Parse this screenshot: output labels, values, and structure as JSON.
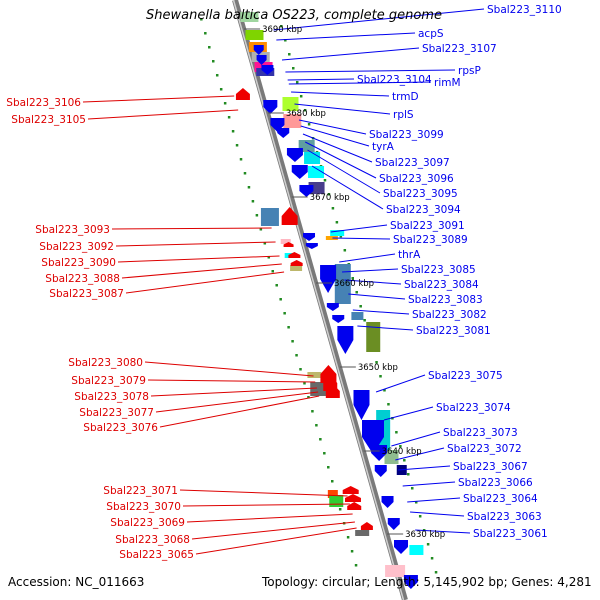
{
  "title": "Shewanella baltica OS223, complete genome",
  "accession": "Accession: NC_011663",
  "summary": "Topology: circular; Length: 5,145,902 bp; Genes: 4,281",
  "colors": {
    "forward_label": "#0000ee",
    "reverse_label": "#dd0000",
    "backbone": "#888888",
    "forward_arrow": "#0000ee",
    "reverse_arrow": "#ee0000",
    "tick": "#228b22"
  },
  "scale_labels": [
    "3690 kbp",
    "3680 kbp",
    "3670 kbp",
    "3660 kbp",
    "3650 kbp",
    "3640 kbp",
    "3630 kbp"
  ],
  "forward_genes": [
    "Sbal223_3110",
    "acpS",
    "Sbal223_3107",
    "rpsP",
    "Sbal223_3104",
    "rimM",
    "trmD",
    "rplS",
    "Sbal223_3099",
    "tyrA",
    "Sbal223_3097",
    "Sbal223_3096",
    "Sbal223_3095",
    "Sbal223_3094",
    "Sbal223_3091",
    "Sbal223_3089",
    "thrA",
    "Sbal223_3085",
    "Sbal223_3084",
    "Sbal223_3083",
    "Sbal223_3082",
    "Sbal223_3081",
    "Sbal223_3075",
    "Sbal223_3074",
    "Sbal223_3073",
    "Sbal223_3072",
    "Sbal223_3067",
    "Sbal223_3066",
    "Sbal223_3064",
    "Sbal223_3063",
    "Sbal223_3061"
  ],
  "reverse_genes": [
    "Sbal223_3106",
    "Sbal223_3105",
    "Sbal223_3093",
    "Sbal223_3092",
    "Sbal223_3090",
    "Sbal223_3088",
    "Sbal223_3087",
    "Sbal223_3080",
    "Sbal223_3079",
    "Sbal223_3078",
    "Sbal223_3077",
    "Sbal223_3076",
    "Sbal223_3071",
    "Sbal223_3070",
    "Sbal223_3069",
    "Sbal223_3068",
    "Sbal223_3065"
  ]
}
